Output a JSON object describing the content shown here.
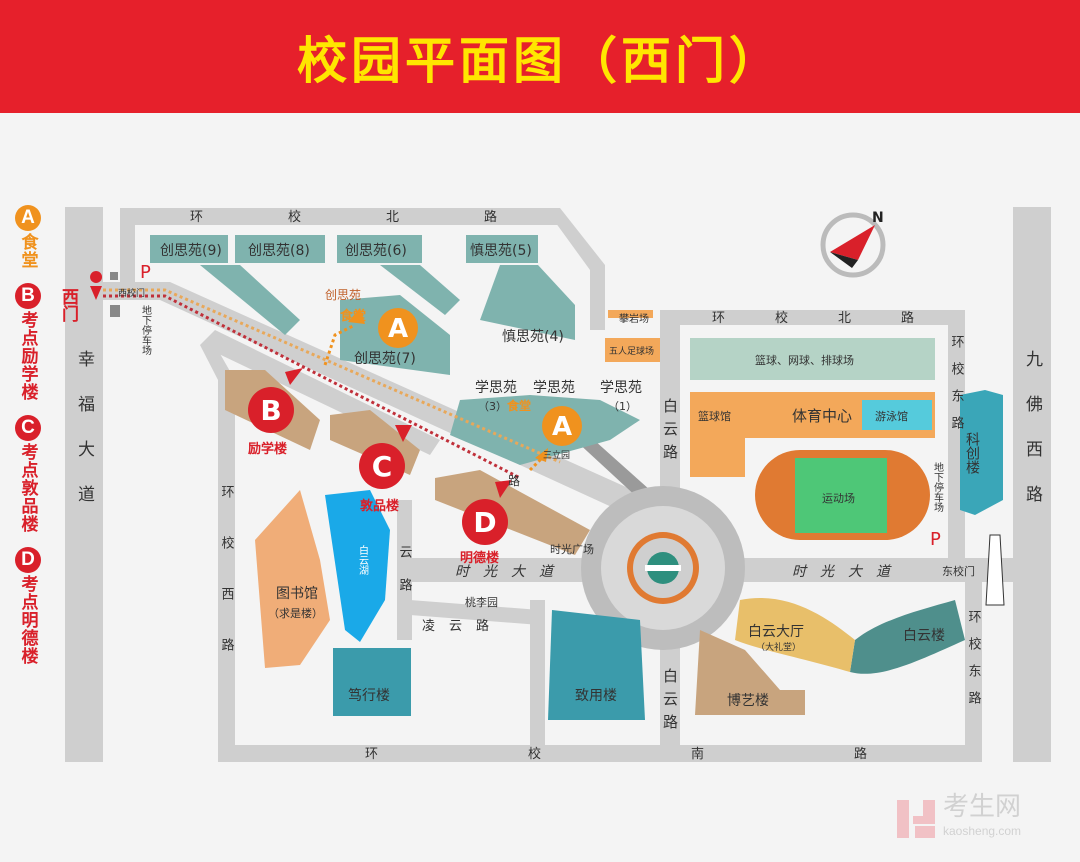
{
  "title": "校园平面图（西门）",
  "colors": {
    "header": "#e6202b",
    "title": "#ffe600",
    "canteen": "#f0921e",
    "exam": "#d9202a",
    "road": "#cfcfcf",
    "dorm": "#7fb3ae",
    "teaching": "#c8a47e",
    "sports": "#f3a85a"
  },
  "legend": [
    {
      "letter": "A",
      "label": "食堂",
      "color": "#f0921e"
    },
    {
      "letter": "B",
      "label": "考点励学楼",
      "color": "#d9202a"
    },
    {
      "letter": "C",
      "label": "考点敦品楼",
      "color": "#d9202a"
    },
    {
      "letter": "D",
      "label": "考点明德楼",
      "color": "#d9202a"
    }
  ],
  "roads": {
    "xingfu": "幸福大道",
    "jiufo": "九佛西路",
    "north": "环校北路",
    "north2": "环校北路",
    "west": "环校西路",
    "south": "环校南路",
    "east": "环校东路",
    "east2": "环校东路",
    "shiguang": "时光大道",
    "shiguang2": "时光大道",
    "baiyun": "白云路",
    "baiyun2": "白云路",
    "baiyun3": "云路",
    "lingyun": "凌云路",
    "diag": "路"
  },
  "gates": {
    "west": "西门",
    "east": "东校门",
    "west_small": "西校门"
  },
  "parking": {
    "symbol": "P",
    "west": "地下停车场",
    "east": "地下停车场"
  },
  "buildings": {
    "cs9": "创思苑(9)",
    "cs8": "创思苑(8)",
    "cs6": "创思苑(6)",
    "sz5": "慎思苑(5)",
    "sz4": "慎思苑(4)",
    "cs7": "创思苑(7)",
    "cs_canteen": "创思苑",
    "canteen": "食堂",
    "xs3": "学思苑",
    "xs3n": "（3）",
    "xs2": "学思苑",
    "xs1": "学思苑",
    "xs1n": "（1）",
    "sanli": "三立园",
    "lixue": "励学楼",
    "dunpin": "敦品楼",
    "mingde": "明德楼",
    "shiguang_sq": "时光广场",
    "library": "图书馆",
    "library_sub": "（求是楼）",
    "lake": "白云湖",
    "taoli": "桃李园",
    "duxing": "笃行楼",
    "zhiyong": "致用楼",
    "hall": "白云大厅",
    "hall_sub": "（大礼堂）",
    "byl": "白云楼",
    "boyi": "博艺楼",
    "kechuang": "科创楼",
    "climb": "攀岩场",
    "football": "五人足球场",
    "courts": "篮球、网球、排球场",
    "bball": "篮球馆",
    "sports": "体育中心",
    "pool": "游泳馆",
    "field": "运动场"
  },
  "markers": {
    "A": "A",
    "B": "B",
    "C": "C",
    "D": "D"
  },
  "compass": {
    "north": "N"
  },
  "watermark": {
    "cn": "考生网",
    "en": "kaosheng.com"
  }
}
